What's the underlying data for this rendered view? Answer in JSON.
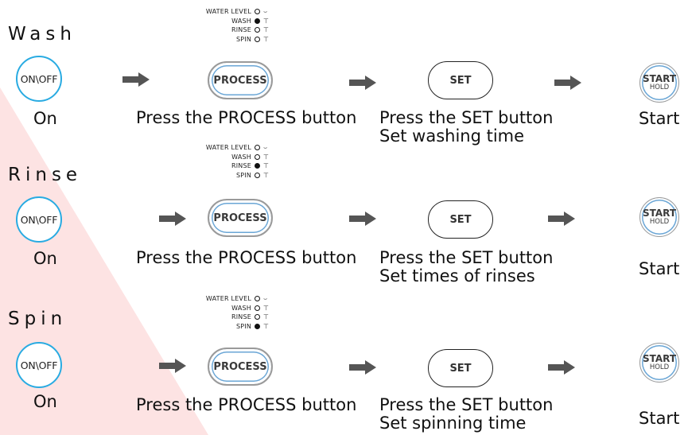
{
  "indicator_labels": [
    "WATER LEVEL",
    "WASH",
    "RINSE",
    "SPIN"
  ],
  "buttons": {
    "onoff": "ON\\OFF",
    "process": "PROCESS",
    "set": "SET",
    "start": "START",
    "hold": "HOLD"
  },
  "labels": {
    "on": "On",
    "press_process": "Press the PROCESS button",
    "press_set": "Press the SET button",
    "start": "Start"
  },
  "rows": [
    {
      "title": "Wash",
      "active_indicator": "WASH",
      "set_detail": "Set washing time"
    },
    {
      "title": "Rinse",
      "active_indicator": "RINSE",
      "set_detail": "Set times of rinses"
    },
    {
      "title": "Spin",
      "active_indicator": "SPIN",
      "set_detail": "Set spinning time"
    }
  ],
  "colors": {
    "onoff_ring": "#29abe2",
    "background_accent": "#fde6e6",
    "arrow": "#555555"
  }
}
